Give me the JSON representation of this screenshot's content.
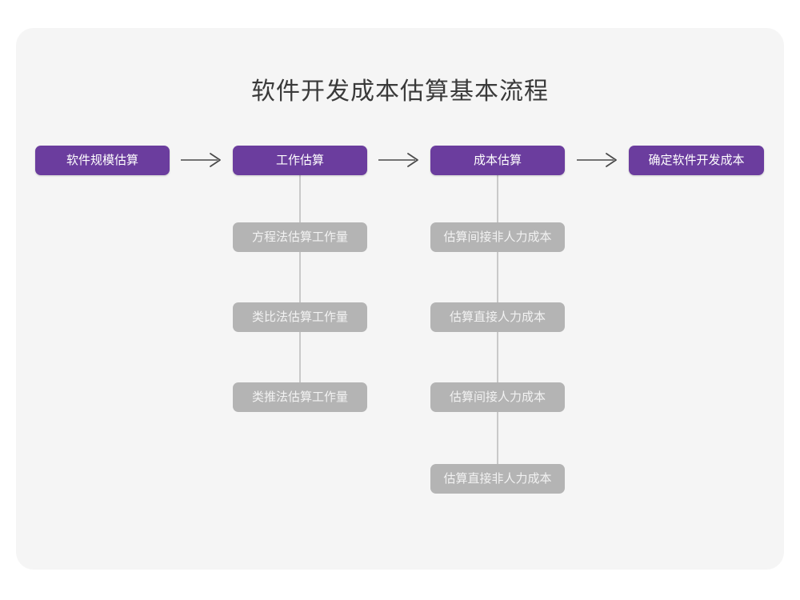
{
  "page": {
    "title": "软件开发成本估算基本流程",
    "background_color": "#ffffff",
    "card_color": "#f5f5f5"
  },
  "theme": {
    "primary_color": "#6b3d9e",
    "secondary_color": "#b4b4b4",
    "connector_color": "#c9c9c9",
    "title_color": "#3a3a3a",
    "primary_text_color": "#ffffff",
    "secondary_text_color": "#f2f2f2"
  },
  "chart_data": {
    "type": "diagram",
    "title": "软件开发成本估算基本流程",
    "orientation": "left-to-right main flow with vertical sub-branches",
    "stages": [
      {
        "id": "stage-1",
        "label": "软件规模估算",
        "substeps": []
      },
      {
        "id": "stage-2",
        "label": "工作估算",
        "substeps": [
          "方程法估算工作量",
          "类比法估算工作量",
          "类推法估算工作量"
        ]
      },
      {
        "id": "stage-3",
        "label": "成本估算",
        "substeps": [
          "估算间接非人力成本",
          "估算直接人力成本",
          "估算间接人力成本",
          "估算直接非人力成本"
        ]
      },
      {
        "id": "stage-4",
        "label": "确定软件开发成本",
        "substeps": []
      }
    ],
    "connectors": [
      {
        "from": "stage-1",
        "to": "stage-2",
        "kind": "arrow"
      },
      {
        "from": "stage-2",
        "to": "stage-3",
        "kind": "arrow"
      },
      {
        "from": "stage-3",
        "to": "stage-4",
        "kind": "arrow"
      }
    ],
    "icons": {
      "arrow": "arrow-right-icon"
    }
  }
}
